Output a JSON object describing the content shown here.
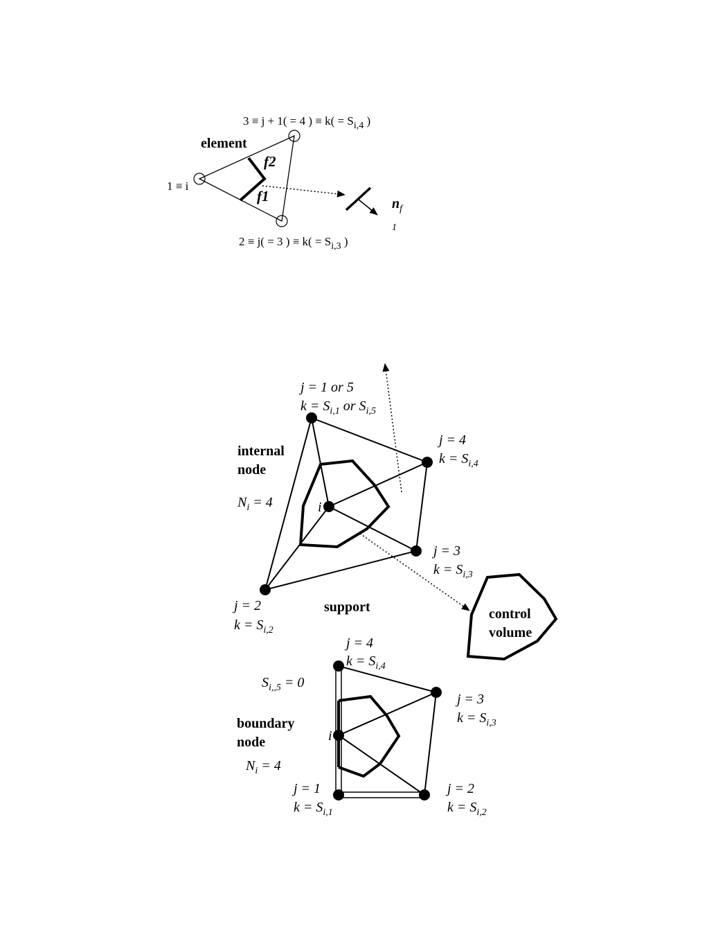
{
  "element_diagram": {
    "title": "element",
    "node1": "1 ≡ i",
    "node3": {
      "pre": "3 ≡ j + 1( = 4 ) ≡ k( = S",
      "sub": "i,4",
      "post": " )"
    },
    "node2": {
      "pre": "2 ≡ j( = 3 ) ≡ k( = S",
      "sub": "i,3",
      "post": " )"
    },
    "face2": "f2",
    "face1": "f1",
    "normal": {
      "main": "n",
      "sub": "f",
      "below": "1"
    }
  },
  "internal_node": {
    "title_line1": "internal",
    "title_line2": "node",
    "count": {
      "main": "N",
      "sub": "i",
      "post": " = 4"
    },
    "center": "i",
    "j1": {
      "line1": "j = 1 or 5",
      "k_pre": "k = S",
      "k_sub": "i,1",
      "k_mid": " or S",
      "k_sub2": "i,5"
    },
    "j4": {
      "line1": "j = 4",
      "k_pre": "k = S",
      "k_sub": "i,4"
    },
    "j3": {
      "line1": "j = 3",
      "k_pre": "k = S",
      "k_sub": "i,3"
    },
    "j2": {
      "line1": "j = 2",
      "k_pre": "k = S",
      "k_sub": "i,2"
    },
    "support": "support"
  },
  "control_volume": {
    "line1": "control",
    "line2": "volume"
  },
  "boundary_node": {
    "title_line1": "boundary",
    "title_line2": "node",
    "s5": {
      "main": "S",
      "sub": "i,,5",
      "post": " = 0"
    },
    "count": {
      "main": "N",
      "sub": "i",
      "post": " = 4"
    },
    "center": "i",
    "j4": {
      "line1": "j = 4",
      "k_pre": "k = S",
      "k_sub": "i,4"
    },
    "j3": {
      "line1": "j = 3",
      "k_pre": "k = S",
      "k_sub": "i,3"
    },
    "j1": {
      "line1": "j = 1",
      "k_pre": "k = S",
      "k_sub": "i,1"
    },
    "j2": {
      "line1": "j = 2",
      "k_pre": "k = S",
      "k_sub": "i,2"
    }
  }
}
